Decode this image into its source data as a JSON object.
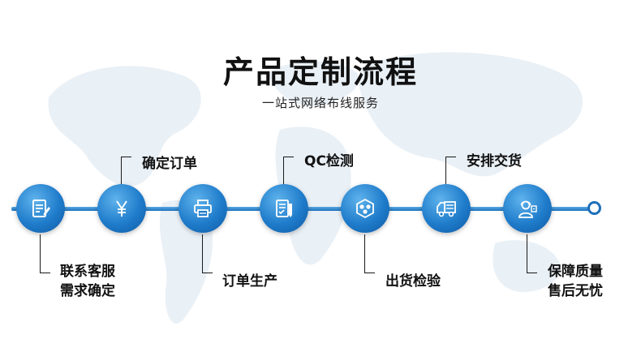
{
  "title": "产品定制流程",
  "subtitle": "一站式网络布线服务",
  "steps": [
    {
      "lines": [
        "联系客服",
        "需求确定"
      ],
      "position": "below",
      "icon": "document-edit-icon"
    },
    {
      "lines": [
        "确定订单"
      ],
      "position": "above",
      "icon": "yen-icon"
    },
    {
      "lines": [
        "订单生产"
      ],
      "position": "below",
      "icon": "printer-icon"
    },
    {
      "lines": [
        "QC检测"
      ],
      "position": "above",
      "icon": "checklist-pen-icon"
    },
    {
      "lines": [
        "出货检验"
      ],
      "position": "below",
      "icon": "hexagon-dots-icon"
    },
    {
      "lines": [
        "安排交货"
      ],
      "position": "above",
      "icon": "truck-icon"
    },
    {
      "lines": [
        "保障质量",
        "售后无忧"
      ],
      "position": "below",
      "icon": "support-agent-icon"
    }
  ],
  "colors": {
    "node": "#1f7ccb",
    "line": "#1d73c0",
    "text": "#111111"
  }
}
